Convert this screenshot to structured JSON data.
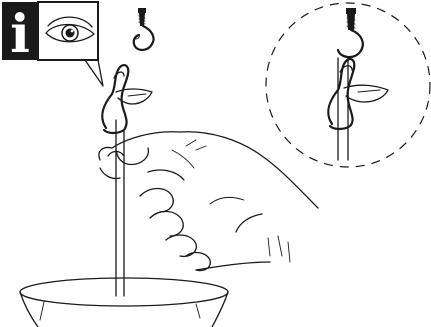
{
  "info_badge": {
    "letter": "i",
    "icon": "eye-icon"
  },
  "icons": {
    "hook": "hook-icon",
    "screw": "screw-icon",
    "hand": "hand-illustration",
    "pot": "pot-illustration",
    "detail": "magnified-detail-circle"
  },
  "colors": {
    "ink": "#1a1a1a",
    "background": "#ffffff"
  }
}
